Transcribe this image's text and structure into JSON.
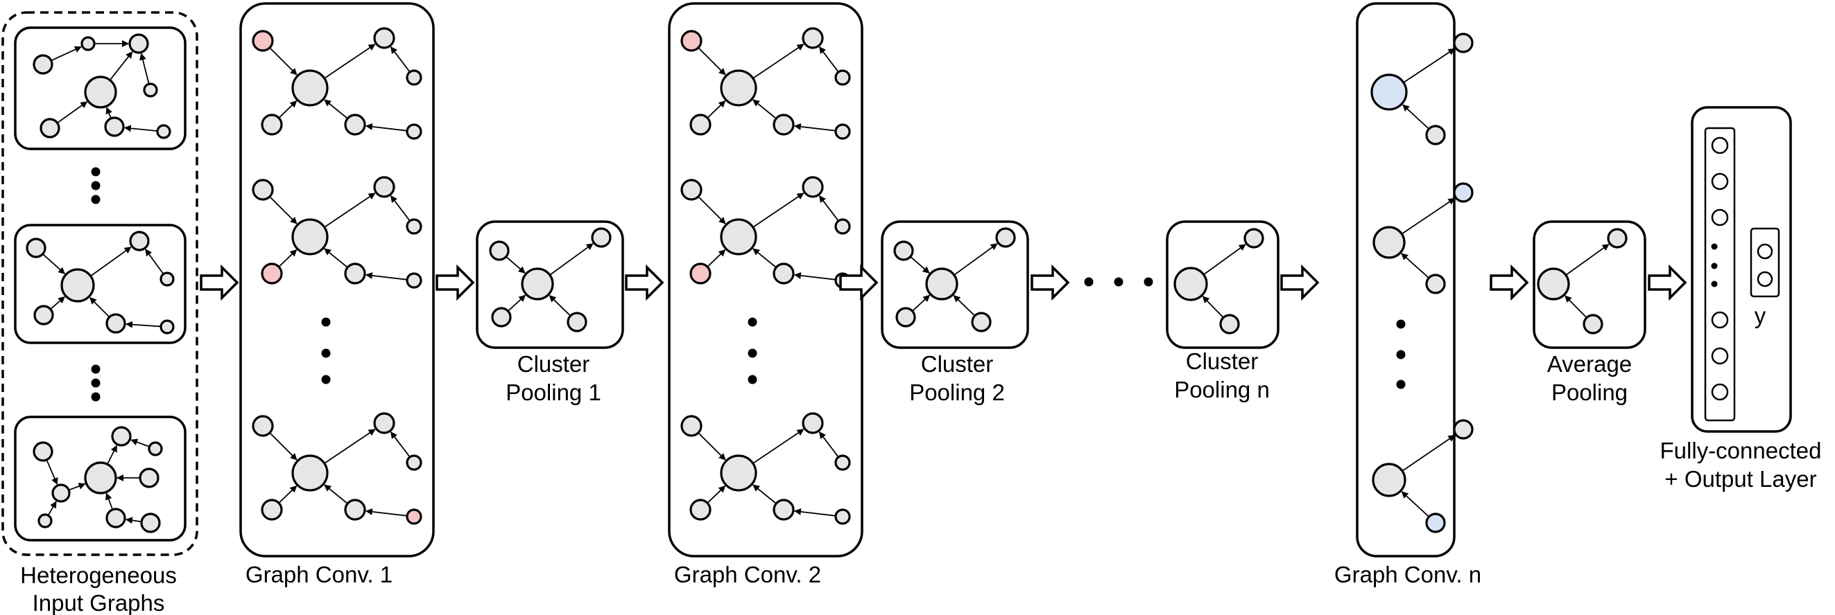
{
  "labels": {
    "input": [
      "Heterogeneous",
      "Input Graphs"
    ],
    "conv1": "Graph Conv. 1",
    "conv2": "Graph Conv. 2",
    "convn": "Graph Conv. n",
    "pool1": [
      "Cluster",
      "Pooling 1"
    ],
    "pool2": [
      "Cluster",
      "Pooling 2"
    ],
    "pooln": [
      "Cluster",
      "Pooling n"
    ],
    "avg": [
      "Average",
      "Pooling"
    ],
    "fc": [
      "Fully-connected",
      "+ Output Layer"
    ],
    "y": "y"
  },
  "colors": {
    "node_fill": "#e6e6e6",
    "highlight_red_fill": "#f6c5c5",
    "highlight_red_stroke": "#b85450",
    "highlight_blue_fill": "#d6e4f5",
    "highlight_blue_stroke": "#6c8ebf"
  }
}
